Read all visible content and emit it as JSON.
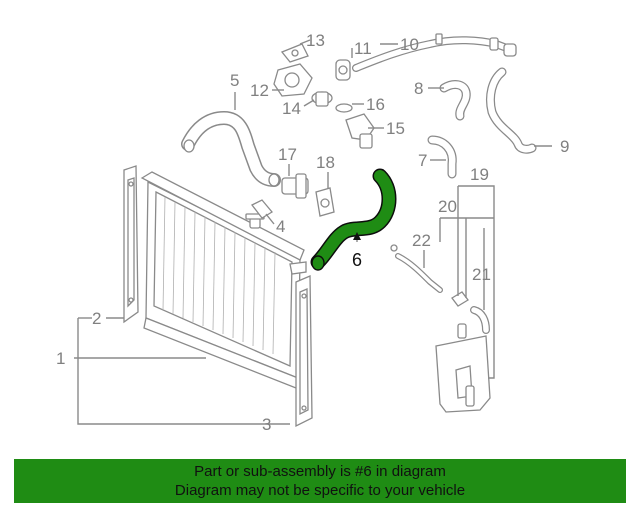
{
  "diagram": {
    "callouts": {
      "c1": "1",
      "c2": "2",
      "c3": "3",
      "c4": "4",
      "c5": "5",
      "c6": "6",
      "c7": "7",
      "c8": "8",
      "c9": "9",
      "c10": "10",
      "c11": "11",
      "c12": "12",
      "c13": "13",
      "c14": "14",
      "c15": "15",
      "c16": "16",
      "c17": "17",
      "c18": "18",
      "c19": "19",
      "c20": "20",
      "c21": "21",
      "c22": "22"
    },
    "highlight_part": "6",
    "colors": {
      "highlight_fill": "#1f8c14",
      "line_gray": "#8a8a8a",
      "banner_bg": "#1f8c14"
    }
  },
  "banner": {
    "line1": "Part or sub-assembly is #6 in diagram",
    "line2": "Diagram may not be specific to your vehicle"
  }
}
